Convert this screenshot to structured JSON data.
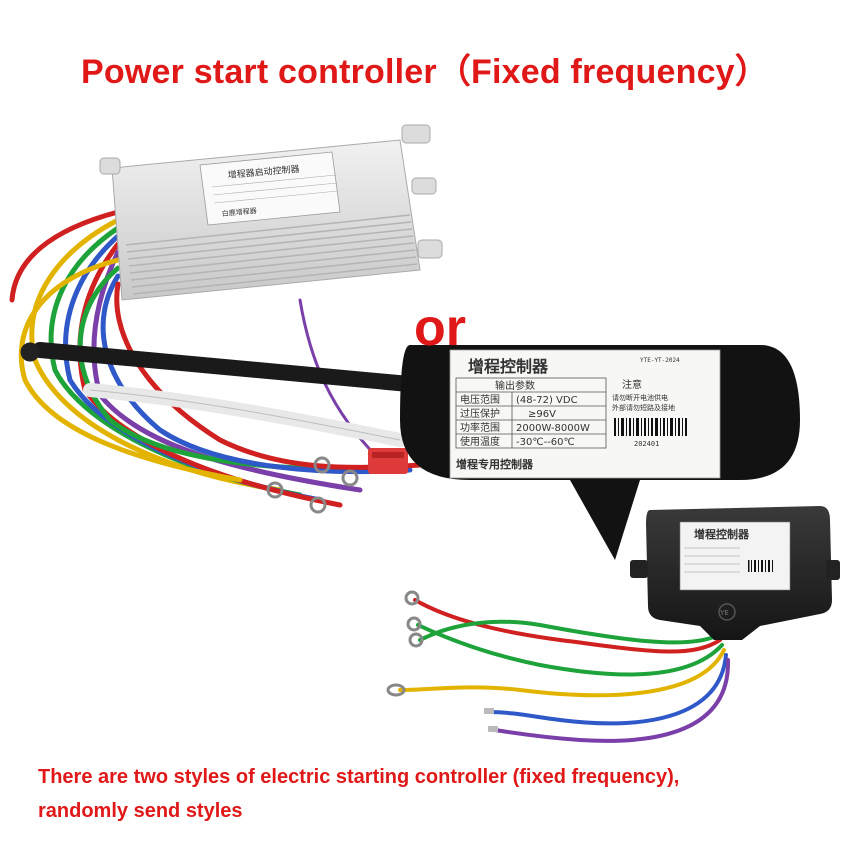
{
  "header": {
    "title": "Power start controller（Fixed frequency）"
  },
  "middle": {
    "or_text": "or"
  },
  "footer": {
    "line1": "There are two styles of electric starting controller (fixed frequency),",
    "line2": "randomly send styles"
  },
  "label_closeup": {
    "title": "增程控制器",
    "code_top": "YTE-YT-2024",
    "section_title": "输出参数",
    "row1_name": "电压范围",
    "row1_value": "(48-72) VDC",
    "row2_name": "过压保护",
    "row2_value": "≥96V",
    "row3_name": "功率范围",
    "row3_value": "2000W-8000W",
    "row4_name": "使用温度",
    "row4_value": "-30℃--60℃",
    "notice_title": "注意",
    "notice_line1": "请勿断开电池供电",
    "notice_line2": "外部请勿短路及接地",
    "barcode_number": "202401",
    "footer_name": "增程专用控制器"
  },
  "silver_controller": {
    "label_title": "增程器启动控制器",
    "label_brand": "白鹿增程器"
  },
  "black_controller": {
    "label_title": "增程控制器",
    "logo": "YE"
  },
  "colors": {
    "title_red": "#e01818",
    "aluminum": "#d8d8d8",
    "black_case": "#1e1e1e"
  }
}
